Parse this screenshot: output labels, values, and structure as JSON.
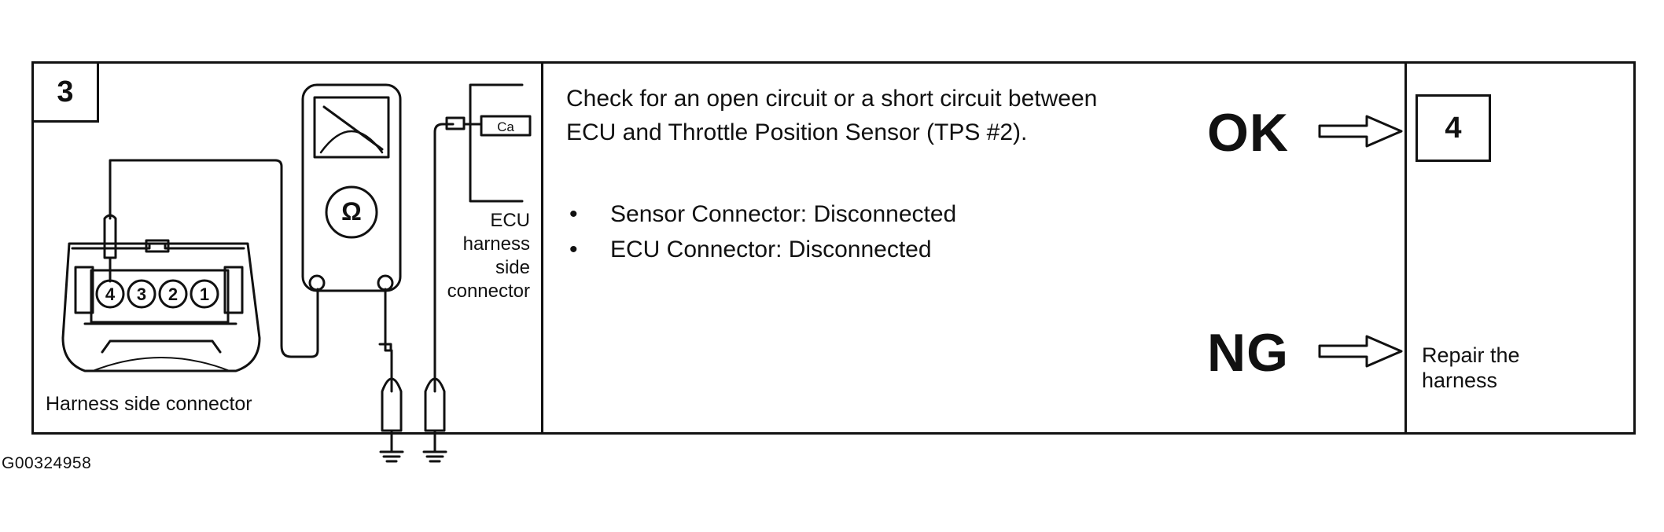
{
  "step": {
    "number": "3",
    "instruction_title": "Check for an open circuit or a short circuit between ECU and Throttle Position Sensor (TPS #2).",
    "bullets": [
      "Sensor Connector: Disconnected",
      "ECU Connector: Disconnected"
    ]
  },
  "diagram": {
    "connector_pins": [
      "4",
      "3",
      "2",
      "1"
    ],
    "meter_symbol": "Ω",
    "ecu_terminal": "Ca",
    "ecu_label_lines": [
      "ECU",
      "harness",
      "side",
      "connector"
    ],
    "harness_label": "Harness side connector"
  },
  "results": {
    "ok_label": "OK",
    "ok_next_step": "4",
    "ng_label": "NG",
    "ng_action_lines": [
      "Repair the",
      "harness"
    ]
  },
  "figure_id": "G00324958",
  "colors": {
    "line": "#111111",
    "background": "#ffffff"
  }
}
